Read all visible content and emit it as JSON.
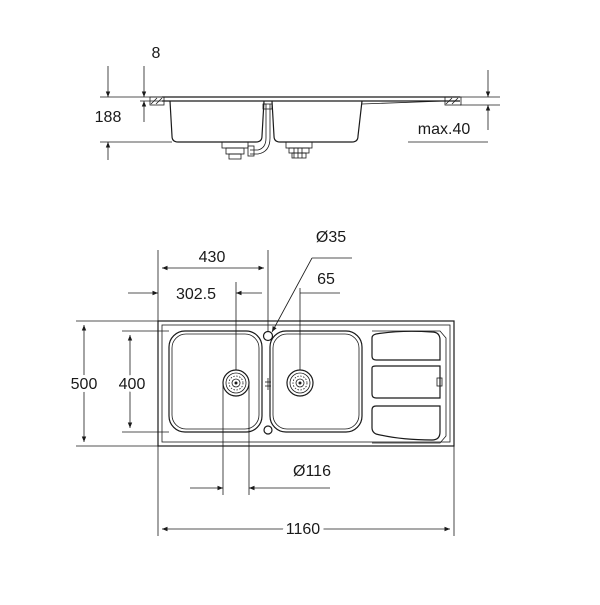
{
  "side_view": {
    "dimensions": {
      "flange_thickness": "8",
      "depth": "188",
      "worktop_thickness": "max.40"
    }
  },
  "top_view": {
    "dimensions": {
      "overall_width": "1160",
      "overall_depth": "500",
      "bowl_depth": "400",
      "main_bowl_width": "430",
      "drain_offset": "302.5",
      "tap_hole": "Ø35",
      "secondary_offset": "65",
      "waste_diameter": "Ø116"
    }
  }
}
